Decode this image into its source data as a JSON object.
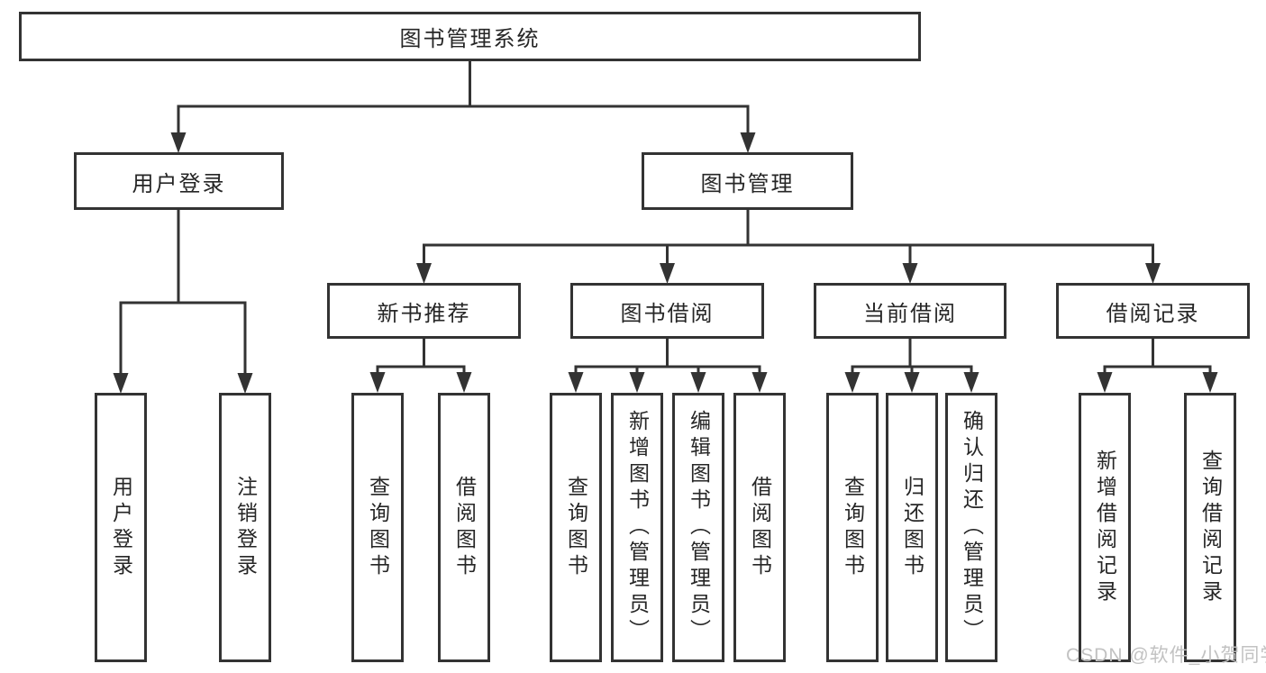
{
  "nodes": {
    "root": "图书管理系统",
    "user_login": "用户登录",
    "book_management": "图书管理",
    "new_book_recommend": "新书推荐",
    "book_borrowing": "图书借阅",
    "current_borrowing": "当前借阅",
    "borrowing_records": "借阅记录",
    "leaf_user_login": "用户登录",
    "leaf_logout": "注销登录",
    "leaf_nbr_query_books": "查询图书",
    "leaf_nbr_borrow_books": "借阅图书",
    "leaf_bb_query_books": "查询图书",
    "leaf_bb_add_books": "新增图书（管理员）",
    "leaf_bb_edit_books": "编辑图书（管理员）",
    "leaf_bb_borrow_books": "借阅图书",
    "leaf_cb_query_books": "查询图书",
    "leaf_cb_return_books": "归还图书",
    "leaf_cb_confirm_return": "确认归还（管理员）",
    "leaf_br_add_record": "新增借阅记录",
    "leaf_br_query_record": "查询借阅记录"
  },
  "watermark": "CSDN @软件_小贺同学",
  "colors": {
    "line": "#333333",
    "text": "#262626",
    "watermark": "#c2c2c2",
    "background": "#ffffff"
  }
}
